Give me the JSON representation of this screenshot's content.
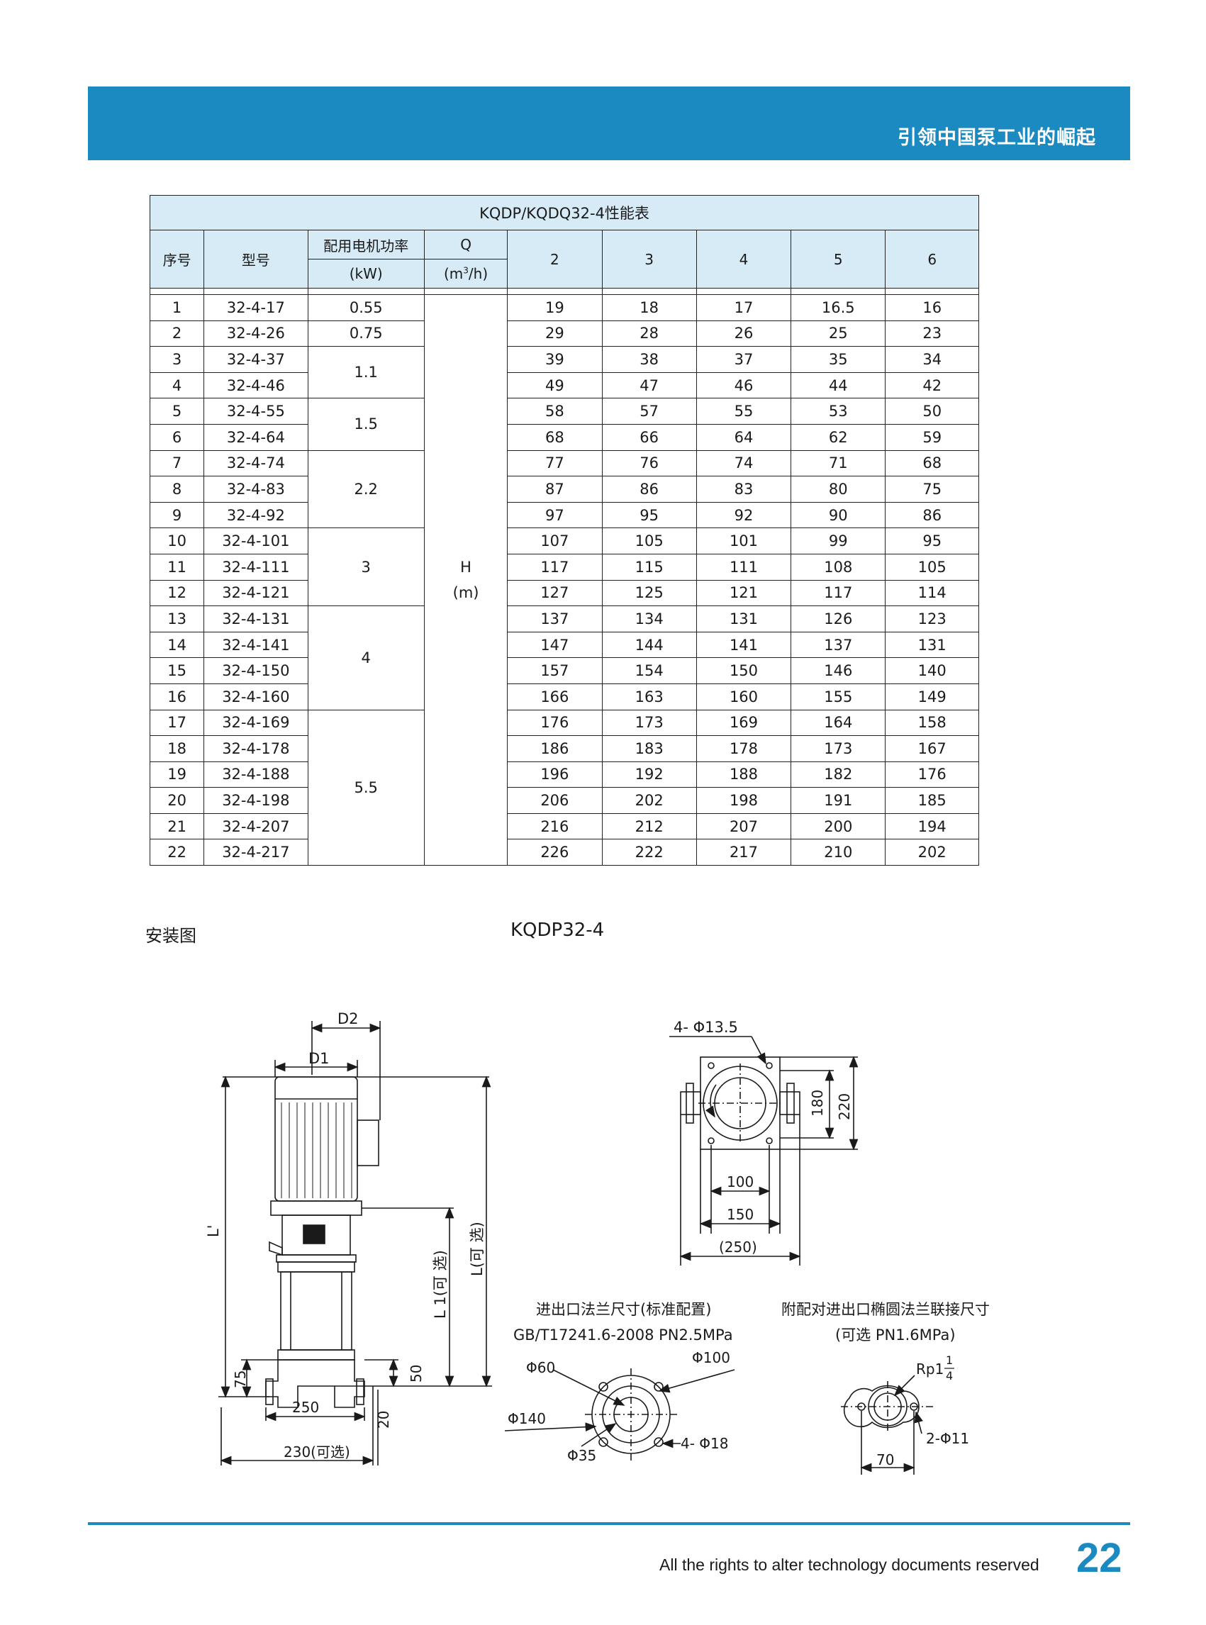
{
  "header": {
    "slogan": "引领中国泵工业的崛起"
  },
  "table": {
    "title": "KQDP/KQDQ32-4性能表",
    "col_index": "序号",
    "col_model": "型号",
    "col_power": "配用电机功率",
    "col_power_unit": "(kW)",
    "col_q": "Q",
    "col_q_unit_pre": "(m",
    "col_q_unit_sup": "3",
    "col_q_unit_post": "/h)",
    "flow_columns": [
      "2",
      "3",
      "4",
      "5",
      "6"
    ],
    "head_label": "H",
    "head_unit": "(m)",
    "power_groups": [
      "0.55",
      "0.75",
      "1.1",
      "1.5",
      "2.2",
      "3",
      "4",
      "5.5"
    ],
    "rows": [
      {
        "no": "1",
        "model": "32-4-17",
        "h": [
          "19",
          "18",
          "17",
          "16.5",
          "16"
        ]
      },
      {
        "no": "2",
        "model": "32-4-26",
        "h": [
          "29",
          "28",
          "26",
          "25",
          "23"
        ]
      },
      {
        "no": "3",
        "model": "32-4-37",
        "h": [
          "39",
          "38",
          "37",
          "35",
          "34"
        ]
      },
      {
        "no": "4",
        "model": "32-4-46",
        "h": [
          "49",
          "47",
          "46",
          "44",
          "42"
        ]
      },
      {
        "no": "5",
        "model": "32-4-55",
        "h": [
          "58",
          "57",
          "55",
          "53",
          "50"
        ]
      },
      {
        "no": "6",
        "model": "32-4-64",
        "h": [
          "68",
          "66",
          "64",
          "62",
          "59"
        ]
      },
      {
        "no": "7",
        "model": "32-4-74",
        "h": [
          "77",
          "76",
          "74",
          "71",
          "68"
        ]
      },
      {
        "no": "8",
        "model": "32-4-83",
        "h": [
          "87",
          "86",
          "83",
          "80",
          "75"
        ]
      },
      {
        "no": "9",
        "model": "32-4-92",
        "h": [
          "97",
          "95",
          "92",
          "90",
          "86"
        ]
      },
      {
        "no": "10",
        "model": "32-4-101",
        "h": [
          "107",
          "105",
          "101",
          "99",
          "95"
        ]
      },
      {
        "no": "11",
        "model": "32-4-111",
        "h": [
          "117",
          "115",
          "111",
          "108",
          "105"
        ]
      },
      {
        "no": "12",
        "model": "32-4-121",
        "h": [
          "127",
          "125",
          "121",
          "117",
          "114"
        ]
      },
      {
        "no": "13",
        "model": "32-4-131",
        "h": [
          "137",
          "134",
          "131",
          "126",
          "123"
        ]
      },
      {
        "no": "14",
        "model": "32-4-141",
        "h": [
          "147",
          "144",
          "141",
          "137",
          "131"
        ]
      },
      {
        "no": "15",
        "model": "32-4-150",
        "h": [
          "157",
          "154",
          "150",
          "146",
          "140"
        ]
      },
      {
        "no": "16",
        "model": "32-4-160",
        "h": [
          "166",
          "163",
          "160",
          "155",
          "149"
        ]
      },
      {
        "no": "17",
        "model": "32-4-169",
        "h": [
          "176",
          "173",
          "169",
          "164",
          "158"
        ]
      },
      {
        "no": "18",
        "model": "32-4-178",
        "h": [
          "186",
          "183",
          "178",
          "173",
          "167"
        ]
      },
      {
        "no": "19",
        "model": "32-4-188",
        "h": [
          "196",
          "192",
          "188",
          "182",
          "176"
        ]
      },
      {
        "no": "20",
        "model": "32-4-198",
        "h": [
          "206",
          "202",
          "198",
          "191",
          "185"
        ]
      },
      {
        "no": "21",
        "model": "32-4-207",
        "h": [
          "216",
          "212",
          "207",
          "200",
          "194"
        ]
      },
      {
        "no": "22",
        "model": "32-4-217",
        "h": [
          "226",
          "222",
          "217",
          "210",
          "202"
        ]
      }
    ]
  },
  "install": {
    "label": "安装图",
    "model": "KQDP32-4"
  },
  "drawing": {
    "side": {
      "d2": "D2",
      "d1": "D1",
      "l_prime": "L'",
      "l1": "L 1(可 选)",
      "l": "L(可 选)",
      "dim_75": "75",
      "dim_50": "50",
      "dim_20": "20",
      "dim_250": "250",
      "dim_230": "230(可选)"
    },
    "top": {
      "holes": "4- Φ13.5",
      "dim_180": "180",
      "dim_220": "220",
      "dim_100": "100",
      "dim_150": "150",
      "dim_250": "(250)"
    },
    "flange_std": {
      "title": "进出口法兰尺寸(标准配置)",
      "standard": "GB/T17241.6-2008 PN2.5MPa",
      "d60": "Φ60",
      "d100": "Φ100",
      "d140": "Φ140",
      "d35": "Φ35",
      "holes": "4-  Φ18"
    },
    "flange_oval": {
      "title": "附配对进出口椭圆法兰联接尺寸",
      "subtitle": "(可选 PN1.6MPa)",
      "rp": "Rp1",
      "rp_num": "1",
      "rp_den": "4",
      "holes": "2-Φ11",
      "dim_70": "70"
    }
  },
  "footer": {
    "text": "All the rights to alter technology documents reserved",
    "page_number": "22"
  }
}
